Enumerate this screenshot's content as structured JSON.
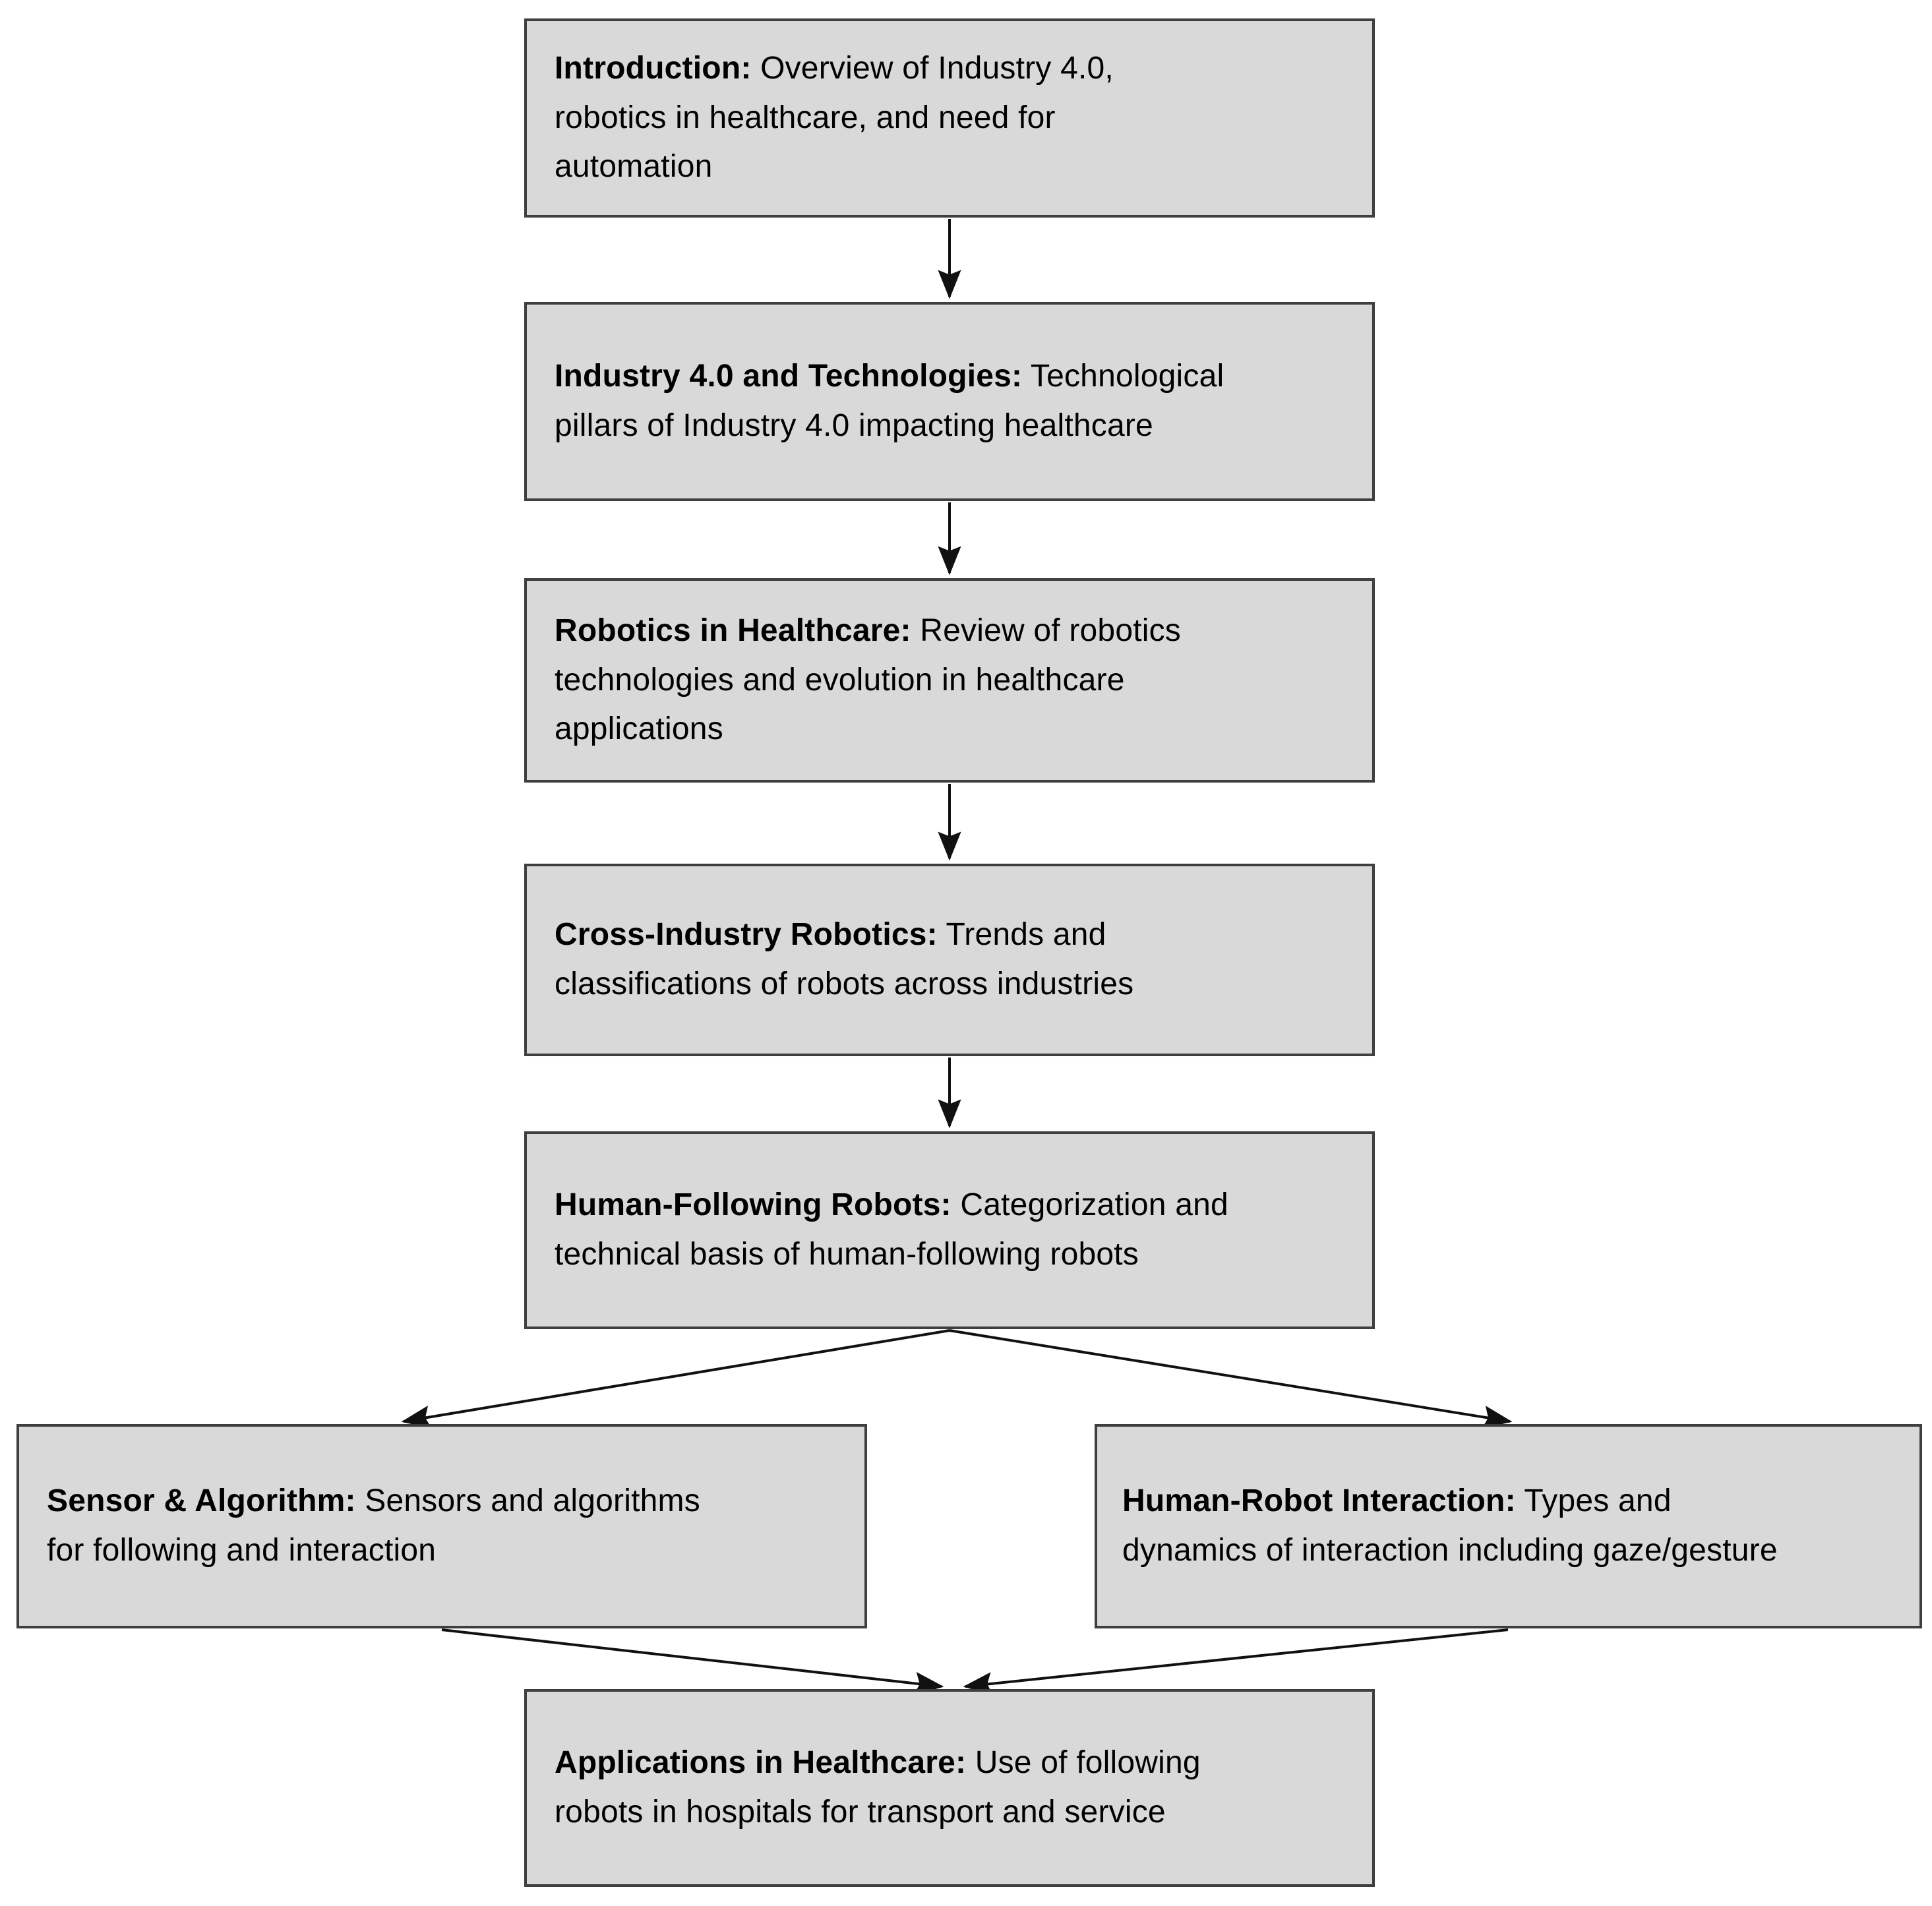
{
  "diagram": {
    "description": "Flowchart of review structure",
    "colors": {
      "box_fill": "#d9d9d9",
      "box_border": "#3f3f3f",
      "arrow": "#111111",
      "text": "#000000",
      "background": "#ffffff"
    },
    "nodes": {
      "introduction": {
        "title": "Introduction:",
        "body": " Overview of Industry 4.0,\nrobotics in healthcare, and need for\nautomation"
      },
      "industry": {
        "title": "Industry 4.0 and Technologies:",
        "body": " Technological\npillars of Industry 4.0 impacting healthcare"
      },
      "robotics": {
        "title": "Robotics in Healthcare:",
        "body": " Review of robotics\ntechnologies and evolution in healthcare\napplications"
      },
      "cross": {
        "title": "Cross-Industry Robotics:",
        "body": " Trends and\nclassifications of robots across industries"
      },
      "following": {
        "title": "Human-Following Robots:",
        "body": " Categorization and\ntechnical basis of human-following robots"
      },
      "sensor": {
        "title": "Sensor & Algorithm:",
        "body": " Sensors and algorithms\nfor following and interaction"
      },
      "hri": {
        "title": "Human-Robot Interaction:",
        "body": " Types and\ndynamics of interaction including gaze/gesture"
      },
      "applications": {
        "title": "Applications in Healthcare:",
        "body": " Use of following\nrobots in hospitals for transport and service"
      }
    },
    "edges": [
      "introduction->industry",
      "industry->robotics",
      "robotics->cross",
      "cross->following",
      "following->sensor",
      "following->hri",
      "sensor->applications",
      "hri->applications"
    ]
  }
}
